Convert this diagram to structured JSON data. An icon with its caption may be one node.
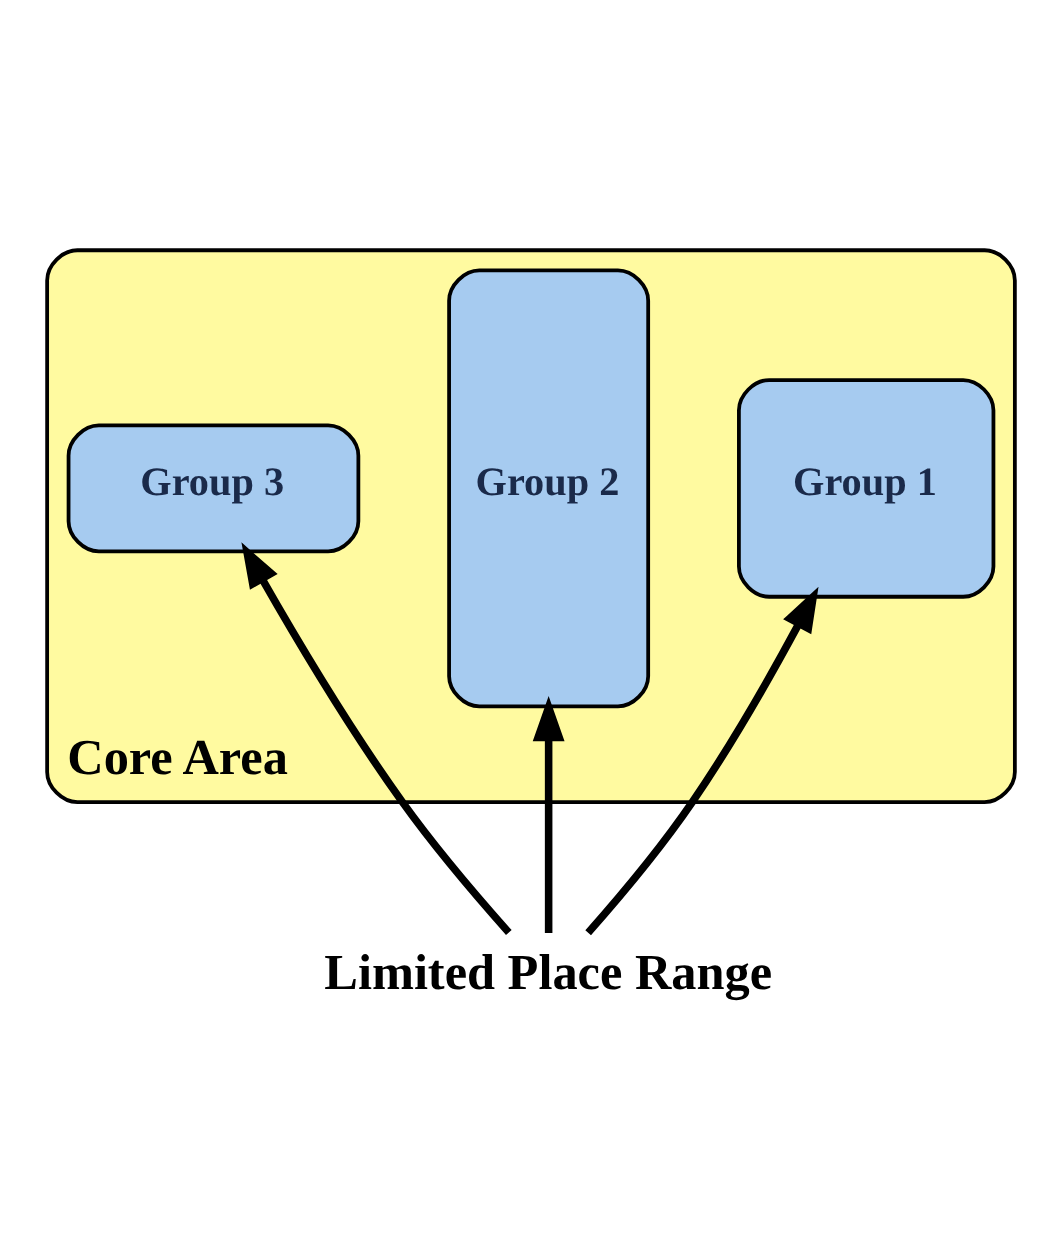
{
  "diagram": {
    "nodes": [
      {
        "text": [
          "Core Area"
        ]
      },
      {
        "text": [
          "Group 3"
        ],
        "in": 0
      },
      {
        "text": [
          "Group 2"
        ],
        "in": 0
      },
      {
        "text": [
          "Group 1"
        ],
        "in": 0
      },
      {
        "text": [
          "Limited Place Range"
        ]
      }
    ],
    "edges": [
      {
        "from": 4,
        "to": 2,
        "arrow": "to"
      },
      {
        "from": 4,
        "to": 1,
        "arrow": "to"
      },
      {
        "from": 4,
        "to": 3,
        "arrow": "to"
      }
    ]
  }
}
